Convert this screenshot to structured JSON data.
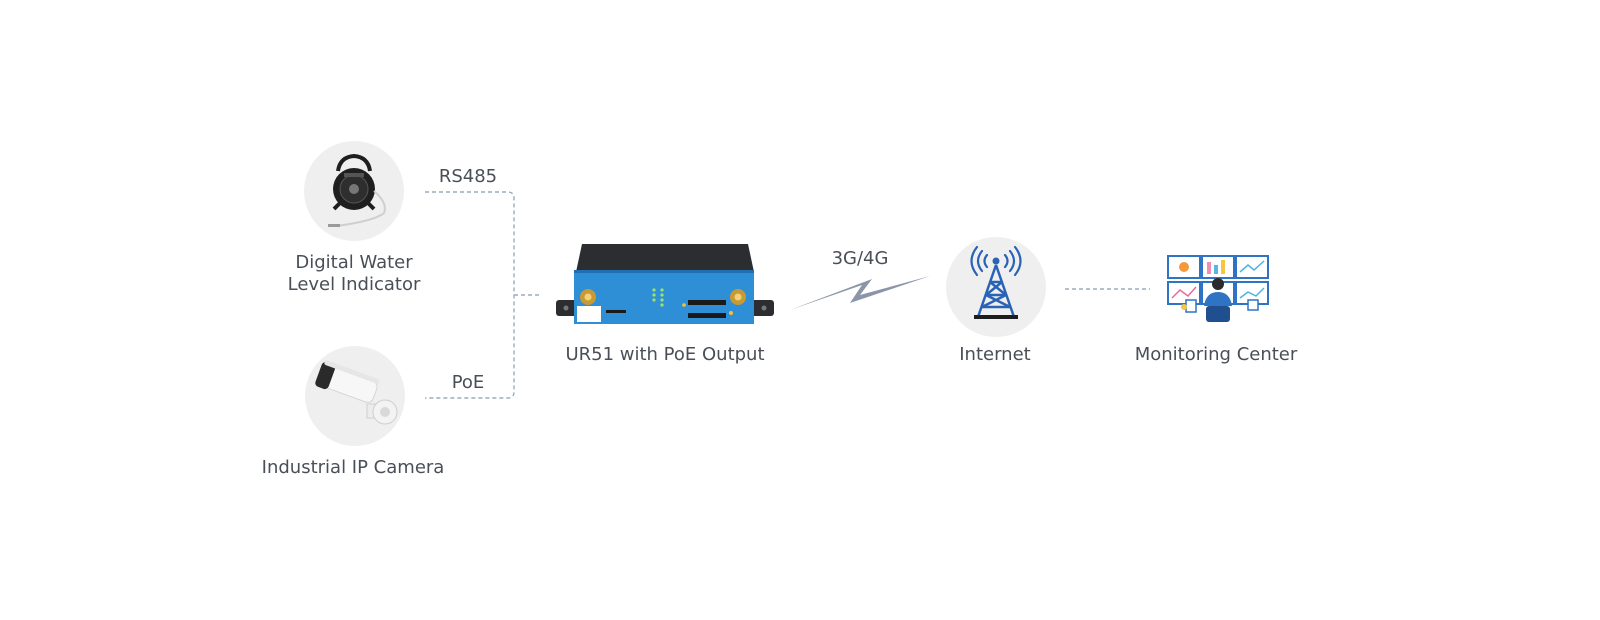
{
  "nodes": {
    "water_level": {
      "label_line1": "Digital Water",
      "label_line2": "Level Indicator"
    },
    "ip_camera": {
      "label": "Industrial IP Camera"
    },
    "router": {
      "label": "UR51 with PoE Output"
    },
    "internet": {
      "label": "Internet"
    },
    "monitoring": {
      "label": "Monitoring Center"
    }
  },
  "links": {
    "rs485": "RS485",
    "poe": "PoE",
    "cellular": "3G/4G"
  },
  "colors": {
    "connector_line": "#9aabc0",
    "router_blue": "#2f8fd6",
    "router_case": "#2b2d31",
    "tower_blue": "#2a63b5",
    "signal_bolt": "#8a96a8",
    "circle_bg": "#efefef"
  }
}
